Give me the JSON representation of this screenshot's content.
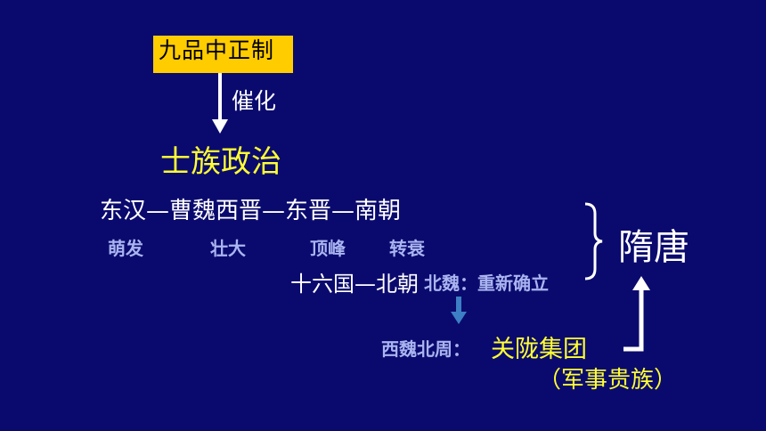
{
  "origin": {
    "label": "九品中正制"
  },
  "promote_label": "催化",
  "gentry_politics": "士族政治",
  "dynasties": {
    "line": "东汉—曹魏西晋—东晋—南朝",
    "stages": [
      "萌发",
      "壮大",
      "顶峰",
      "转衰"
    ]
  },
  "north": {
    "line": "十六国—北朝",
    "wei": "北魏：重新确立",
    "west": "西魏北周：",
    "group": "关陇集团",
    "note": "（军事贵族）"
  },
  "result": "隋唐",
  "colors": {
    "background": "#0a0a6e",
    "highlight": "#ffff33",
    "box": "#ffcc00",
    "muted": "#aab4f0",
    "arrow": "#3d7fc4"
  }
}
